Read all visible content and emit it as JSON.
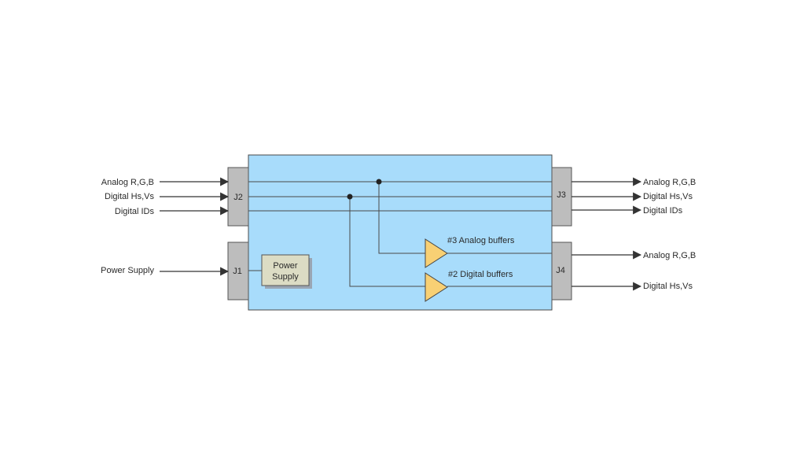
{
  "colors": {
    "board_fill": "#a8dcfb",
    "board_stroke": "#4a4a4a",
    "connector_fill": "#bdbdbd",
    "buffer_fill": "#f8d074",
    "power_supply_fill": "#dcdcc4",
    "power_supply_shadow": "#9aa6b4",
    "arrow": "#333333"
  },
  "inputs": {
    "j2": [
      "Analog R,G,B",
      "Digital Hs,Vs",
      "Digital IDs"
    ],
    "j1": [
      "Power Supply"
    ]
  },
  "outputs": {
    "j3": [
      "Analog R,G,B",
      "Digital Hs,Vs",
      "Digital IDs"
    ],
    "j4": [
      "Analog R,G,B",
      "Digital Hs,Vs"
    ]
  },
  "connectors": {
    "j1": "J1",
    "j2": "J2",
    "j3": "J3",
    "j4": "J4"
  },
  "power_supply": {
    "line1": "Power",
    "line2": "Supply"
  },
  "buffers": {
    "analog": "#3 Analog buffers",
    "digital": "#2 Digital buffers"
  }
}
